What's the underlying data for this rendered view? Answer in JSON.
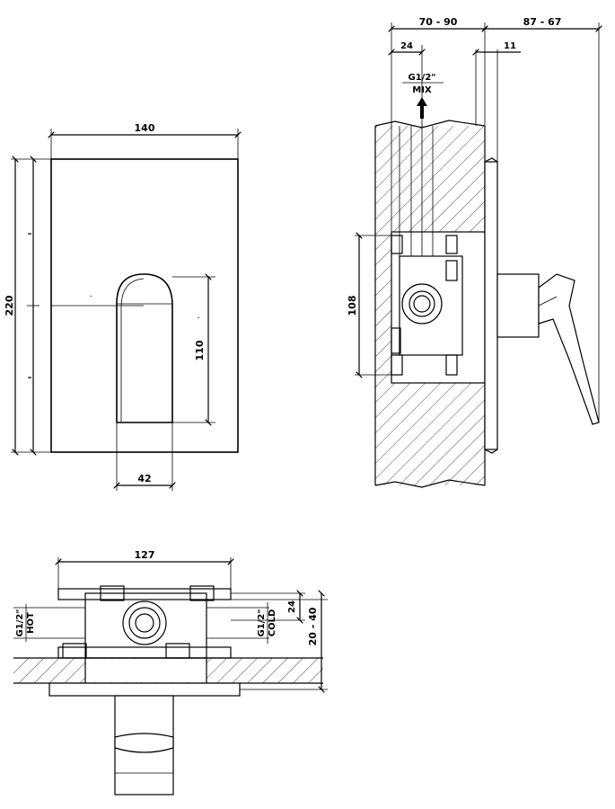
{
  "front_view": {
    "width_dim": "140",
    "height_dim": "220",
    "handle_height_dim": "110",
    "handle_width_dim": "42"
  },
  "side_view": {
    "wall_depth_dim": "70 - 90",
    "projection_dim": "87 - 67",
    "inner_depth_dim": "24",
    "plate_dim": "11",
    "outlet_size": "G1/2\"",
    "outlet_label": "MIX",
    "box_height_dim": "108"
  },
  "top_view": {
    "box_width_dim": "127",
    "hot_size": "G1/2\"",
    "hot_label": "HOT",
    "cold_size": "G1/2\"",
    "cold_label": "COLD",
    "inlet_depth_dim": "24",
    "mount_depth_dim": "20 - 40"
  }
}
